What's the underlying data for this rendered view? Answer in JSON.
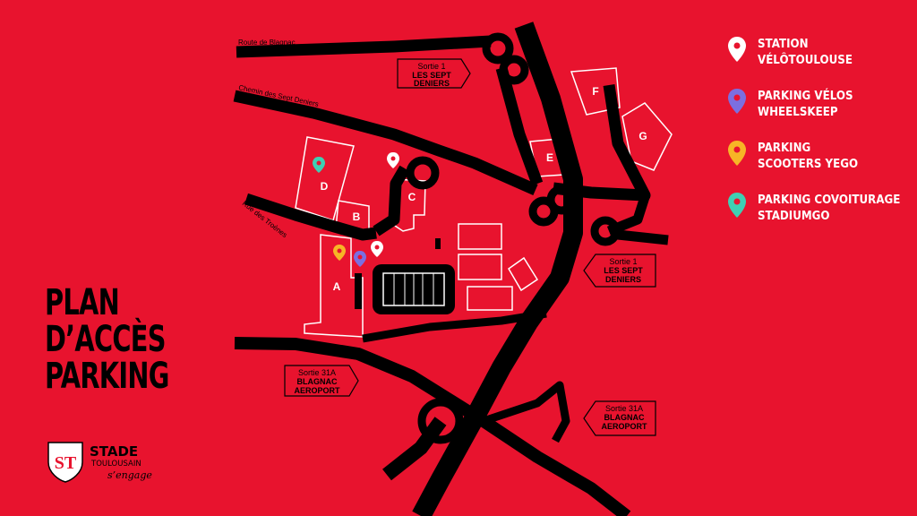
{
  "title": {
    "line1": "PLAN",
    "line2": "D’ACCÈS",
    "line3": "PARKING"
  },
  "brand": {
    "name": "STADE",
    "sub": "TOULOUSAIN",
    "tagline": "s’engage",
    "monogram": "ST"
  },
  "roads": {
    "route_blagnac": "Route de Blagnac",
    "chemin_sept_deniers": "Chemin des Sept Deniers",
    "rue_troenes": "Rue des Troènes"
  },
  "exits": [
    {
      "top": "Sortie 1",
      "l1": "LES SEPT",
      "l2": "DENIERS"
    },
    {
      "top": "Sortie 1",
      "l1": "LES SEPT",
      "l2": "DENIERS"
    },
    {
      "top": "Sortie 31A",
      "l1": "BLAGNAC",
      "l2": "AEROPORT"
    },
    {
      "top": "Sortie 31A",
      "l1": "BLAGNAC",
      "l2": "AEROPORT"
    }
  ],
  "parkings": [
    "A",
    "B",
    "C",
    "D",
    "E",
    "F",
    "G"
  ],
  "legend": [
    {
      "icon": "white-pin-icon",
      "color": "#ffffff",
      "l1": "STATION",
      "l2": "VÉLÔTOULOUSE"
    },
    {
      "icon": "purple-pin-icon",
      "color": "#7b6fe0",
      "l1": "PARKING VÉLOS",
      "l2": "WHEELSKEEP"
    },
    {
      "icon": "yellow-pin-icon",
      "color": "#f7b526",
      "l1": "PARKING",
      "l2": "SCOOTERS YEGO"
    },
    {
      "icon": "teal-pin-icon",
      "color": "#3fcfb3",
      "l1": "PARKING COVOITURAGE",
      "l2": "STADIUMGO"
    }
  ]
}
